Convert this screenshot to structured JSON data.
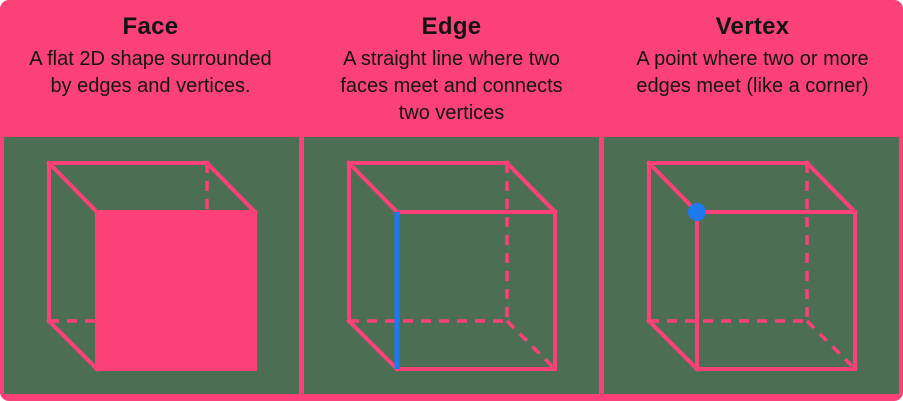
{
  "colors": {
    "pink": "#FC4179",
    "green": "#4C6E52",
    "blue": "#1E78F0",
    "text": "#141414"
  },
  "panels": [
    {
      "title": "Face",
      "description_lines": [
        "A flat 2D shape surrounded",
        "by edges and vertices."
      ],
      "diagram": "cube-with-shaded-front-face"
    },
    {
      "title": "Edge",
      "description_lines": [
        "A straight line where two",
        "faces meet and connects",
        "two vertices"
      ],
      "diagram": "cube-with-blue-highlighted-edge"
    },
    {
      "title": "Vertex",
      "description_lines": [
        "A point where two or more",
        "edges meet (like a corner)"
      ],
      "diagram": "cube-with-blue-vertex-dot"
    }
  ]
}
